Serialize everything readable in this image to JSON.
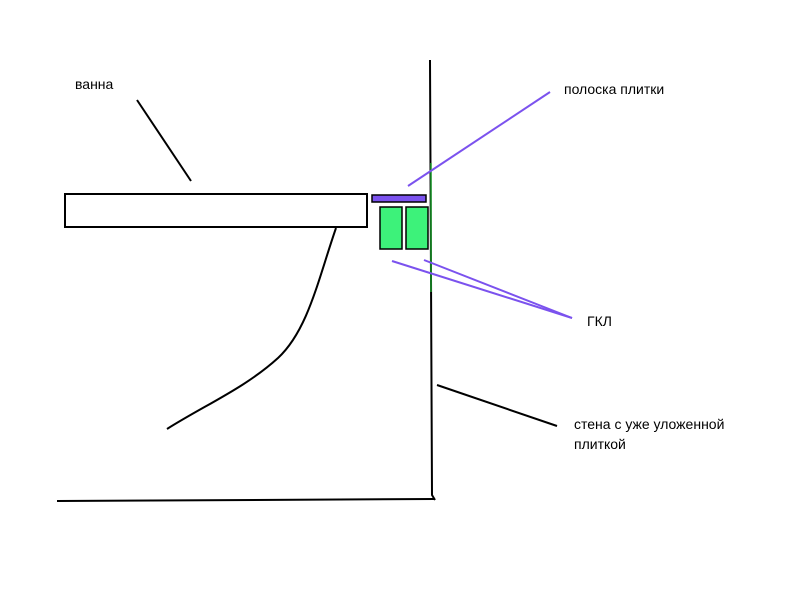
{
  "labels": {
    "bath": "ванна",
    "tile_strip": "полоска плитки",
    "drywall": "ГКЛ",
    "wall_line1": "стена с уже уложенной",
    "wall_line2": "плиткой"
  },
  "colors": {
    "outline": "#000000",
    "pointer_purple": "#7b52ee",
    "tile_strip_fill": "#7b52ee",
    "drywall_fill": "#3df27a",
    "wall_tile_line": "#1a9a2a",
    "background": "#ffffff"
  }
}
